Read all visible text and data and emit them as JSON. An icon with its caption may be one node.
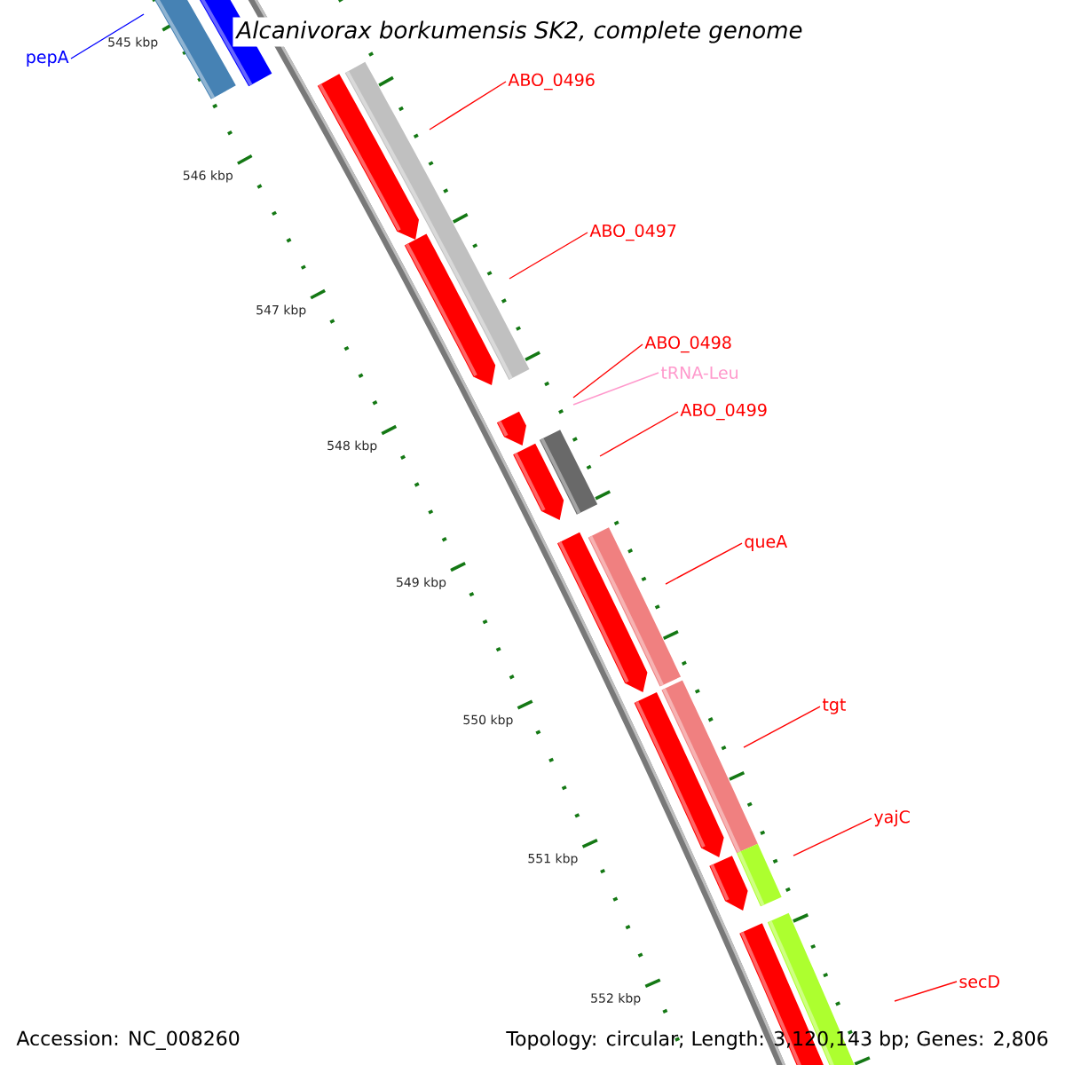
{
  "diagram": {
    "title": "Alcanivorax borkumensis SK2, complete genome",
    "nodes": [
      {
        "text": [
          "pepA"
        ]
      },
      {
        "text": [
          "ABO_0496"
        ]
      },
      {
        "text": [
          "ABO_0497"
        ]
      },
      {
        "text": [
          "ABO_0498"
        ]
      },
      {
        "text": [
          "tRNA-Leu"
        ]
      },
      {
        "text": [
          "ABO_0499"
        ]
      },
      {
        "text": [
          "queA"
        ]
      },
      {
        "text": [
          "tgt"
        ]
      },
      {
        "text": [
          "yajC"
        ]
      },
      {
        "text": [
          "secD"
        ]
      }
    ],
    "edges": [
      {
        "from": 0,
        "to": null,
        "arrow": "none",
        "color": "#0000ff"
      },
      {
        "from": 1,
        "to": null,
        "arrow": "none"
      },
      {
        "from": 2,
        "to": null,
        "arrow": "none"
      },
      {
        "from": 3,
        "to": null,
        "arrow": "none"
      },
      {
        "from": 4,
        "to": null,
        "arrow": "none",
        "color": "#ff99cc"
      },
      {
        "from": 5,
        "to": null,
        "arrow": "none"
      },
      {
        "from": 6,
        "to": null,
        "arrow": "none"
      },
      {
        "from": 7,
        "to": null,
        "arrow": "none"
      },
      {
        "from": 8,
        "to": null,
        "arrow": "none"
      },
      {
        "from": 9,
        "to": null,
        "arrow": "none"
      }
    ],
    "labels": [
      "545 kbp",
      "546 kbp",
      "547 kbp",
      "548 kbp",
      "549 kbp",
      "550 kbp",
      "551 kbp",
      "552 kbp",
      "Accession: NC_008260",
      "Topology: circular; Length: 3,120,143 bp; Genes: 2,806"
    ]
  }
}
